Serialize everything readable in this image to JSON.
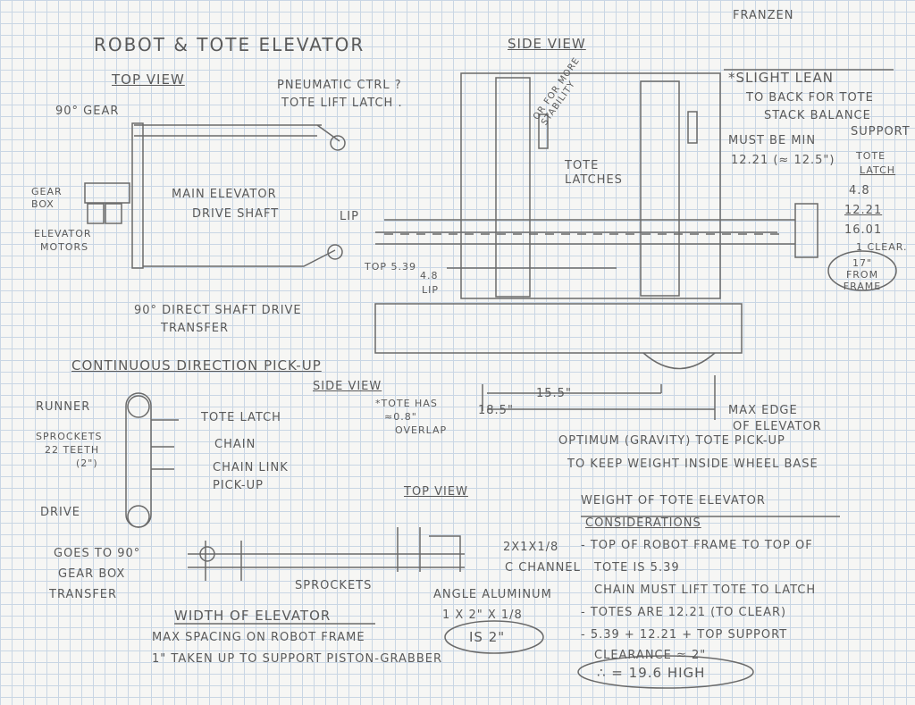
{
  "author": "FRANZEN",
  "title": "ROBOT & TOTE ELEVATOR",
  "side_view": {
    "heading": "SIDE VIEW",
    "slight_lean": "*SLIGHT LEAN",
    "to_back": "TO BACK FOR TOTE",
    "stack_balance": "STACK BALANCE",
    "support": "SUPPORT",
    "or_stability": "OR FOR MORE STABILITY",
    "must_be_min": "MUST BE MIN",
    "min_value": "12.21 (≈ 12.5\")",
    "tote_latch_a": "TOTE",
    "tote_latch_b": "LATCH",
    "v1": "4.8",
    "v2": "12.21",
    "v3": "16.01",
    "v4": "1 CLEAR.",
    "from_frame": "17\" FROM FRAME",
    "tote_latches_a": "TOTE",
    "tote_latches_b": "LATCHES",
    "lip": "LIP",
    "top_539": "TOP 5.39",
    "lip_48a": "4.8",
    "lip_48b": "LIP",
    "dim_155": "15.5\"",
    "dim_185": "18.5\"",
    "overlap_a": "*TOTE HAS",
    "overlap_b": "≈0.8\"",
    "overlap_c": "OVERLAP",
    "max_edge_a": "MAX EDGE",
    "max_edge_b": "OF ELEVATOR",
    "optimum": "OPTIMUM (GRAVITY) TOTE PICK-UP",
    "keep_weight": "TO KEEP WEIGHT INSIDE WHEEL BASE"
  },
  "top_view": {
    "heading": "TOP VIEW",
    "pneumatic_a": "PNEUMATIC CTRL ?",
    "pneumatic_b": "TOTE LIFT LATCH .",
    "gear90": "90° GEAR",
    "gearbox_a": "GEAR",
    "gearbox_b": "BOX",
    "main_shaft_a": "MAIN ELEVATOR",
    "main_shaft_b": "DRIVE SHAFT",
    "motors_a": "ELEVATOR",
    "motors_b": "MOTORS",
    "direct_a": "90° DIRECT SHAFT DRIVE",
    "direct_b": "TRANSFER"
  },
  "pickup": {
    "heading": "CONTINUOUS DIRECTION PICK-UP",
    "side_view": "SIDE VIEW",
    "runner": "RUNNER",
    "tote_latch": "TOTE LATCH",
    "sprockets_a": "SPROCKETS",
    "sprockets_b": "22 TEETH",
    "sprockets_c": "(2\")",
    "chain": "CHAIN",
    "chain_link_a": "CHAIN LINK",
    "chain_link_b": "PICK-UP",
    "drive": "DRIVE",
    "top_view": "TOP VIEW",
    "goes_a": "GOES TO 90°",
    "goes_b": "GEAR BOX",
    "goes_c": "TRANSFER",
    "channel_a": "2X1X1/8",
    "channel_b": "C CHANNEL",
    "sprockets2": "SPROCKETS",
    "angle_a": "ANGLE ALUMINUM",
    "angle_b": "1 X 2\" X 1/8"
  },
  "width": {
    "heading": "WIDTH OF ELEVATOR",
    "line1": "MAX SPACING ON ROBOT FRAME",
    "is2": "IS 2\"",
    "line2": "1\" TAKEN UP TO SUPPORT PISTON-GRABBER"
  },
  "weight": {
    "heading_a": "WEIGHT OF TOTE ELEVATOR",
    "heading_b": "CONSIDERATIONS",
    "l1": "- TOP OF ROBOT FRAME TO TOP OF",
    "l2": "TOTE IS 5.39",
    "l3": "CHAIN MUST LIFT TOTE TO LATCH",
    "l4": "- TOTES ARE 12.21 (TO CLEAR)",
    "l5": "- 5.39 + 12.21 + TOP SUPPORT",
    "l6": "CLEARANCE ≈ 2\"",
    "result": "∴ = 19.6 HIGH"
  }
}
